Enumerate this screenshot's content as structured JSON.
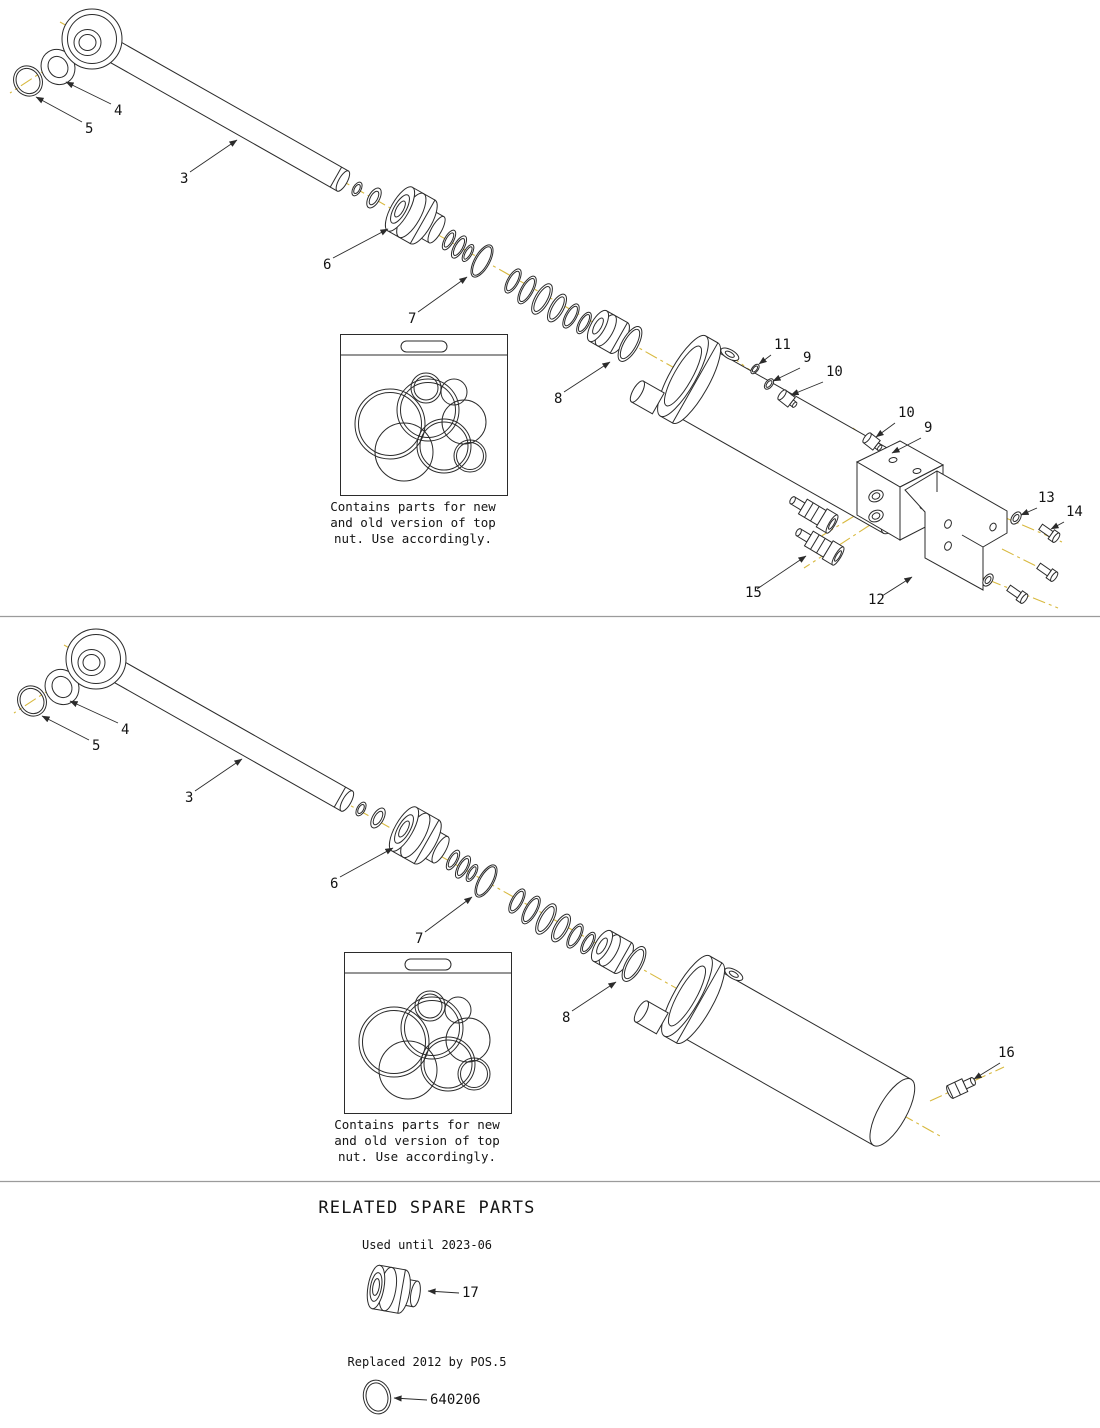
{
  "view1": {
    "labels": {
      "rod": "3",
      "bushing": "4",
      "lock_ring": "5",
      "gland": "6",
      "o_ring": "7",
      "piston": "8",
      "seal_port": "9",
      "plug_port": "10",
      "ring_port": "11",
      "plug_end": "10",
      "seal_end": "9",
      "bracket": "12",
      "washer": "13",
      "screw": "14",
      "couplings": "15"
    },
    "bag_note": [
      "Contains parts for new",
      "and old version of top",
      "nut. Use accordingly."
    ]
  },
  "view2": {
    "labels": {
      "rod": "3",
      "bushing": "4",
      "lock_ring": "5",
      "gland": "6",
      "o_ring": "7",
      "piston": "8",
      "fitting": "16"
    },
    "bag_note": [
      "Contains parts for new",
      "and old version of top",
      "nut. Use accordingly."
    ]
  },
  "related": {
    "heading": "RELATED SPARE PARTS",
    "item1": {
      "note": "Used until 2023-06",
      "label": "17"
    },
    "item2": {
      "note": "Replaced 2012 by POS.5",
      "label": "640206"
    }
  }
}
